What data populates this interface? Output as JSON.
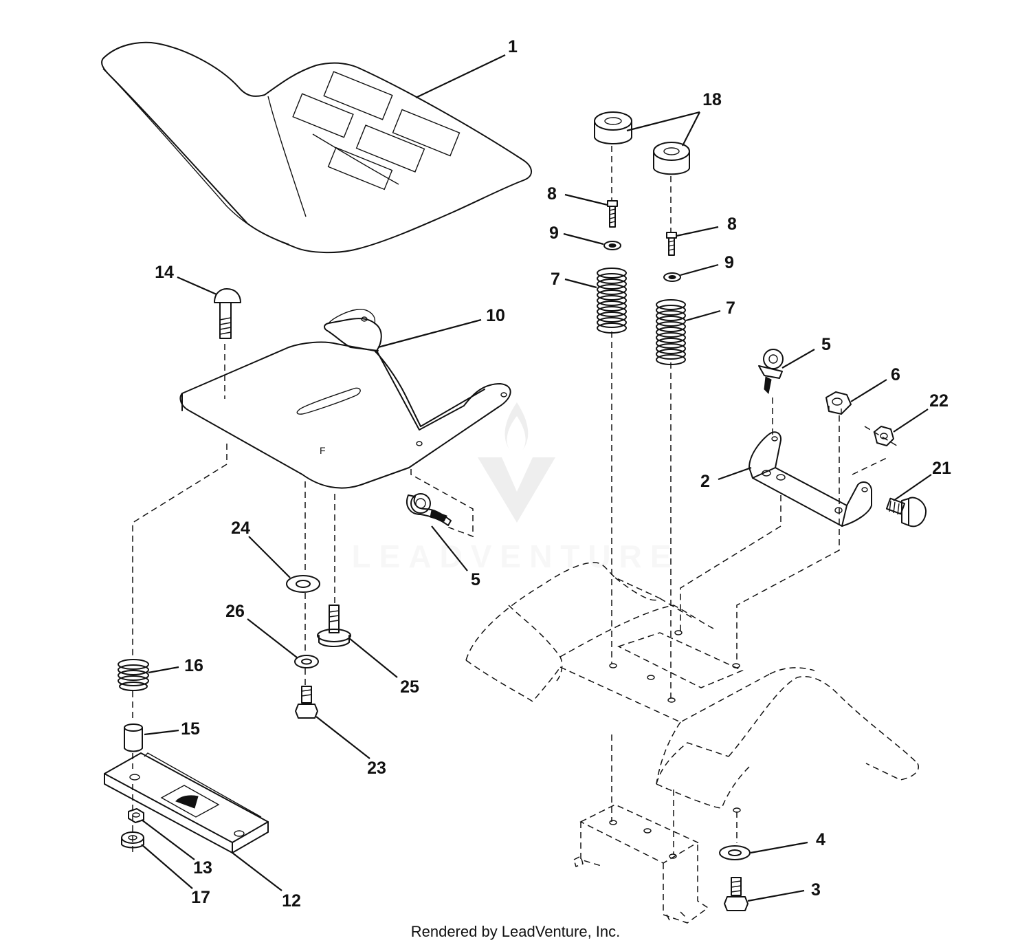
{
  "watermark": {
    "text": "LEADVENTURE"
  },
  "footer": {
    "credit": "Rendered by LeadVenture, Inc."
  },
  "callouts": {
    "c1": "1",
    "c2": "2",
    "c3": "3",
    "c4": "4",
    "c5a": "5",
    "c5b": "5",
    "c6": "6",
    "c7a": "7",
    "c7b": "7",
    "c8a": "8",
    "c8b": "8",
    "c9a": "9",
    "c9b": "9",
    "c10": "10",
    "c12": "12",
    "c13": "13",
    "c14": "14",
    "c15": "15",
    "c16": "16",
    "c17": "17",
    "c18": "18",
    "c21": "21",
    "c22": "22",
    "c23": "23",
    "c24": "24",
    "c25": "25",
    "c26": "26"
  }
}
